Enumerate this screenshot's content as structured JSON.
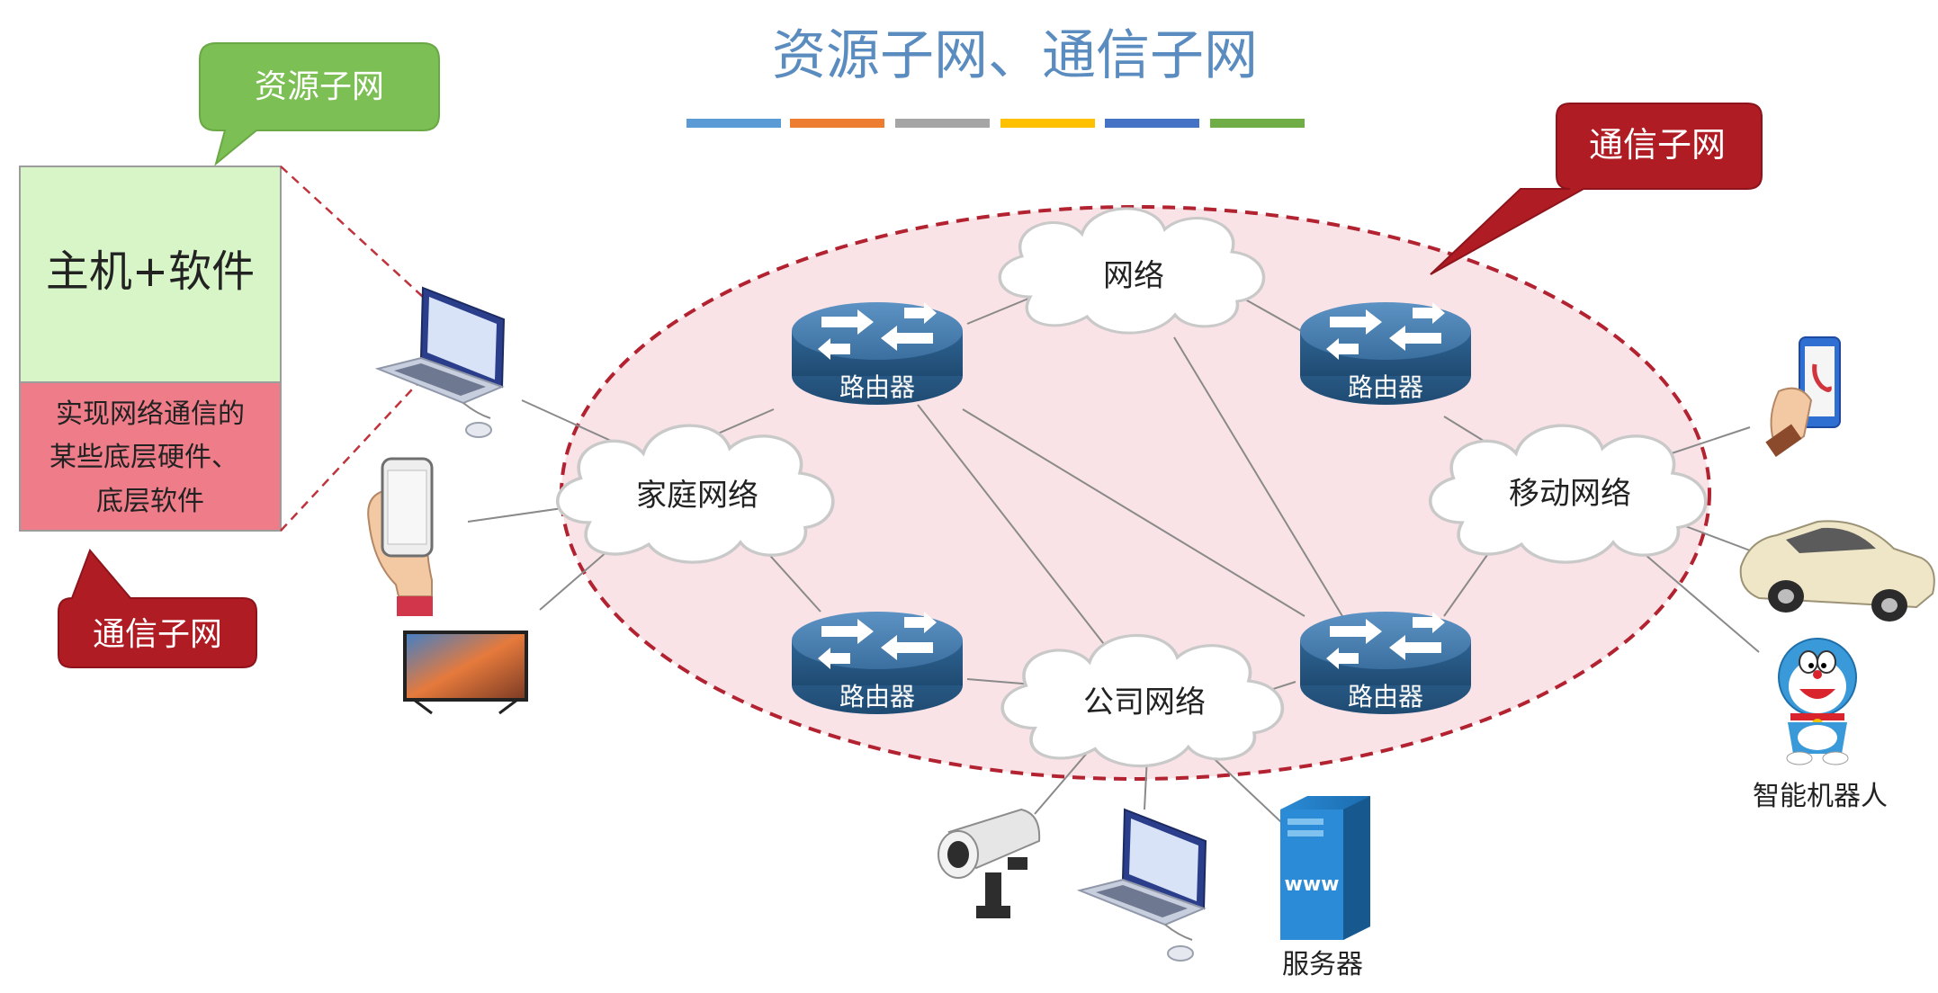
{
  "title": "资源子网、通信子网",
  "title_underline_colors": [
    "#5b9bd5",
    "#ed7d31",
    "#a5a5a5",
    "#ffc000",
    "#4472c4",
    "#70ad47"
  ],
  "colors": {
    "title": "#5b8cc0",
    "ellipse_fill": "#f9e3e6",
    "ellipse_stroke": "#b22230",
    "router": "#2c5f8d",
    "router_light": "#4f86b9",
    "cloud_stroke": "#c8c8c8",
    "green_box": "#d8f5c8",
    "red_box": "#ee7c89",
    "green_callout": "#7cbf54",
    "red_callout": "#b01c24"
  },
  "callouts": {
    "resource_subnet": "资源子网",
    "comm_subnet_right": "通信子网",
    "comm_subnet_left": "通信子网"
  },
  "legend_box": {
    "host_software": "主机+软件",
    "lower_layer_line1": "实现网络通信的",
    "lower_layer_line2": "某些底层硬件、",
    "lower_layer_line3": "底层软件"
  },
  "clouds": {
    "network": "网络",
    "home": "家庭网络",
    "mobile": "移动网络",
    "company": "公司网络"
  },
  "routers": {
    "top_left": "路由器",
    "top_right": "路由器",
    "bottom_left": "路由器",
    "bottom_right": "路由器"
  },
  "devices": {
    "robot_label": "智能机器人",
    "server_label": "服务器",
    "server_screen": "www"
  },
  "icons": [
    "laptop-icon",
    "smartphone-icon",
    "tv-icon",
    "security-camera-icon",
    "server-icon",
    "phone-in-hand-icon",
    "car-icon",
    "robot-icon",
    "router-icon",
    "cloud-icon"
  ]
}
